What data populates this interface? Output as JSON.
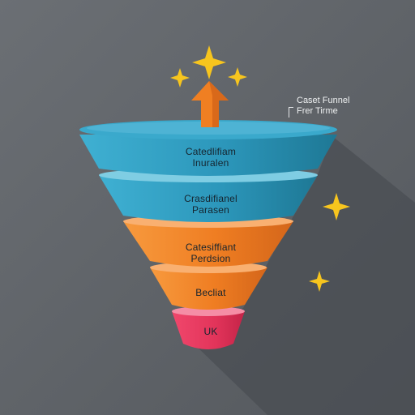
{
  "legend": {
    "line1": "Caset Funnel",
    "line2": "Frer Tirme"
  },
  "segments": [
    {
      "line1": "Catedlifiam",
      "line2": "Inuralen",
      "color": "#2f9ec0"
    },
    {
      "line1": "Crasdifianel",
      "line2": "Parasen",
      "color": "#2f9ec0"
    },
    {
      "line1": "Catesiffiant",
      "line2": "Perdsion",
      "color": "#f07f22"
    },
    {
      "line1": "Becliat",
      "line2": "",
      "color": "#f07f22"
    },
    {
      "line1": "UK",
      "line2": "",
      "color": "#e8325a"
    }
  ],
  "colors": {
    "background": "#5f6368",
    "arrow": "#f07f22",
    "stars": "#f7c51e"
  },
  "icons": [
    "sparkle-star-icon",
    "up-arrow-icon"
  ]
}
